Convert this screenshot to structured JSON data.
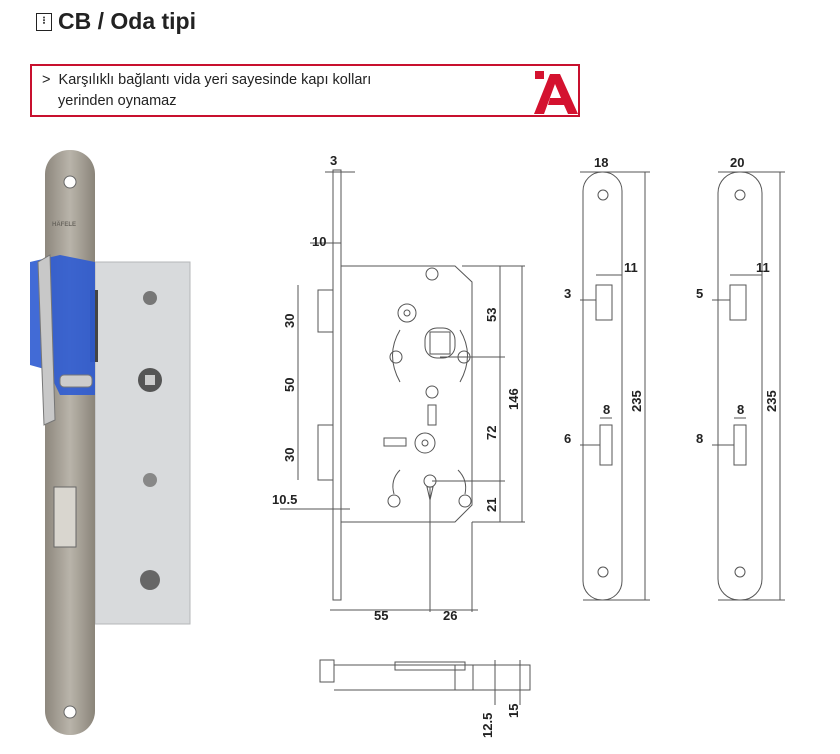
{
  "header": {
    "title": "CB / Oda tipi",
    "icon": "lock-type-icon"
  },
  "notice": {
    "bullet": ">",
    "line1": "Karşılıklı bağlantı vida yeri sayesinde kapı kolları",
    "line2": "yerinden oynamaz",
    "logo": "hafele-logo"
  },
  "photo": {
    "brand_mark": "HÄFELE"
  },
  "lock_drawing": {
    "dims": {
      "faceplate_thickness": "3",
      "latch_projection": "10",
      "latch_height": "30",
      "latch_to_bolt": "50",
      "bolt_height": "30",
      "bolt_offset": "10.5",
      "top_to_spindle": "53",
      "spindle_to_cylinder": "72",
      "case_height": "146",
      "cylinder_to_bottom": "21",
      "backset": "55",
      "rear_distance": "26"
    }
  },
  "faceplate_a": {
    "dims": {
      "width": "18",
      "latch_slot_width": "11",
      "latch_offset": "3",
      "bolt_slot_width": "8",
      "bolt_offset": "6",
      "length": "235"
    }
  },
  "faceplate_b": {
    "dims": {
      "width": "20",
      "latch_slot_width": "11",
      "latch_offset": "5",
      "bolt_slot_width": "8",
      "bolt_offset": "8",
      "length": "235"
    }
  },
  "side_view": {
    "dims": {
      "height_inner": "12.5",
      "height_outer": "15"
    }
  }
}
